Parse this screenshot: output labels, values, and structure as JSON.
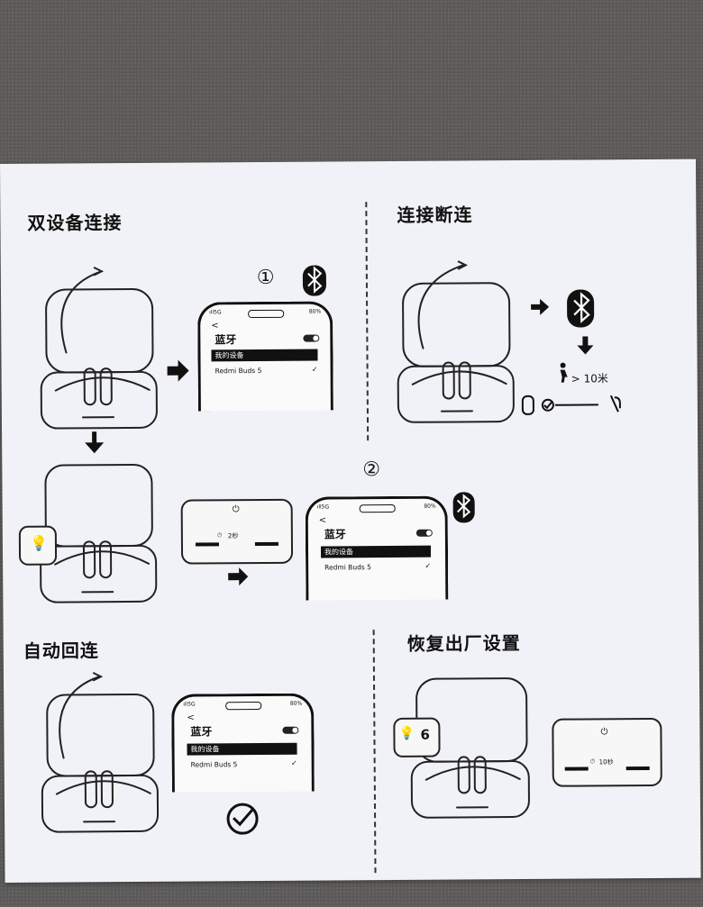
{
  "sections": {
    "dual": {
      "title": "双设备连接"
    },
    "disconnect": {
      "title": "连接断连"
    },
    "auto": {
      "title": "自动回连"
    },
    "reset": {
      "title": "恢复出厂设置"
    }
  },
  "steps": {
    "one": "①",
    "two": "②"
  },
  "phone": {
    "signal": "ıll5G",
    "battery": "80%",
    "back": "<",
    "bluetooth_label": "蓝牙",
    "my_devices": "我的设备",
    "device_name": "Redmi Buds 5",
    "check": "✓"
  },
  "hold_2s": "2秒",
  "hold_10s": "10秒",
  "distance": "> 10米",
  "led_count": "6",
  "icons": [
    "bluetooth-icon",
    "arrow-right-icon",
    "arrow-down-icon",
    "walking-person-icon",
    "lightbulb-icon",
    "check-circle-icon",
    "timer-icon",
    "power-icon"
  ]
}
